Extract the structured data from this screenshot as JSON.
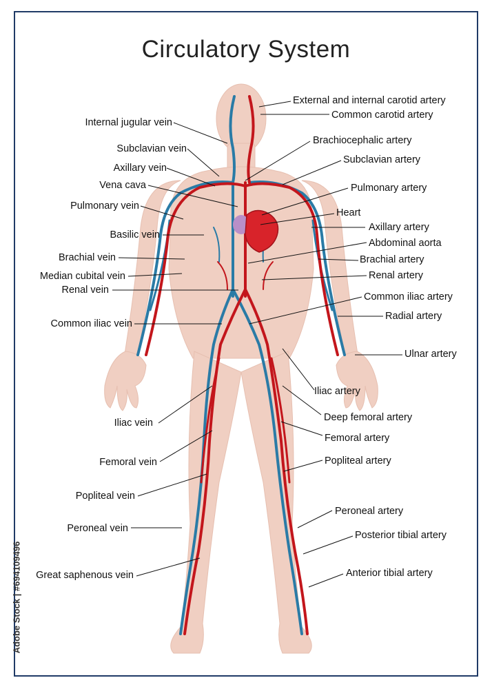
{
  "title": "Circulatory System",
  "stock_id": "Adobe Stock | #694109496",
  "colors": {
    "skin": "#f0cfc2",
    "artery": "#c3161c",
    "vein": "#2a7ba6",
    "heart": "#d8232a",
    "frame": "#1f3a66"
  },
  "labels_left": [
    "Internal jugular vein",
    "Subclavian vein",
    "Axillary vein",
    "Vena cava",
    "Pulmonary vein",
    "Basilic vein",
    "Brachial vein",
    "Median cubital vein",
    "Renal vein",
    "Common iliac vein",
    "Iliac vein",
    "Femoral vein",
    "Popliteal vein",
    "Peroneal vein",
    "Great saphenous vein"
  ],
  "labels_right": [
    "External and internal carotid artery",
    "Common carotid artery",
    "Brachiocephalic artery",
    "Subclavian artery",
    "Pulmonary artery",
    "Heart",
    "Axillary artery",
    "Abdominal aorta",
    "Brachial artery",
    "Renal artery",
    "Common iliac artery",
    "Radial artery",
    "Ulnar artery",
    "Iliac artery",
    "Deep femoral artery",
    "Femoral artery",
    "Popliteal artery",
    "Peroneal artery",
    "Posterior tibial artery",
    "Anterior tibial artery"
  ]
}
